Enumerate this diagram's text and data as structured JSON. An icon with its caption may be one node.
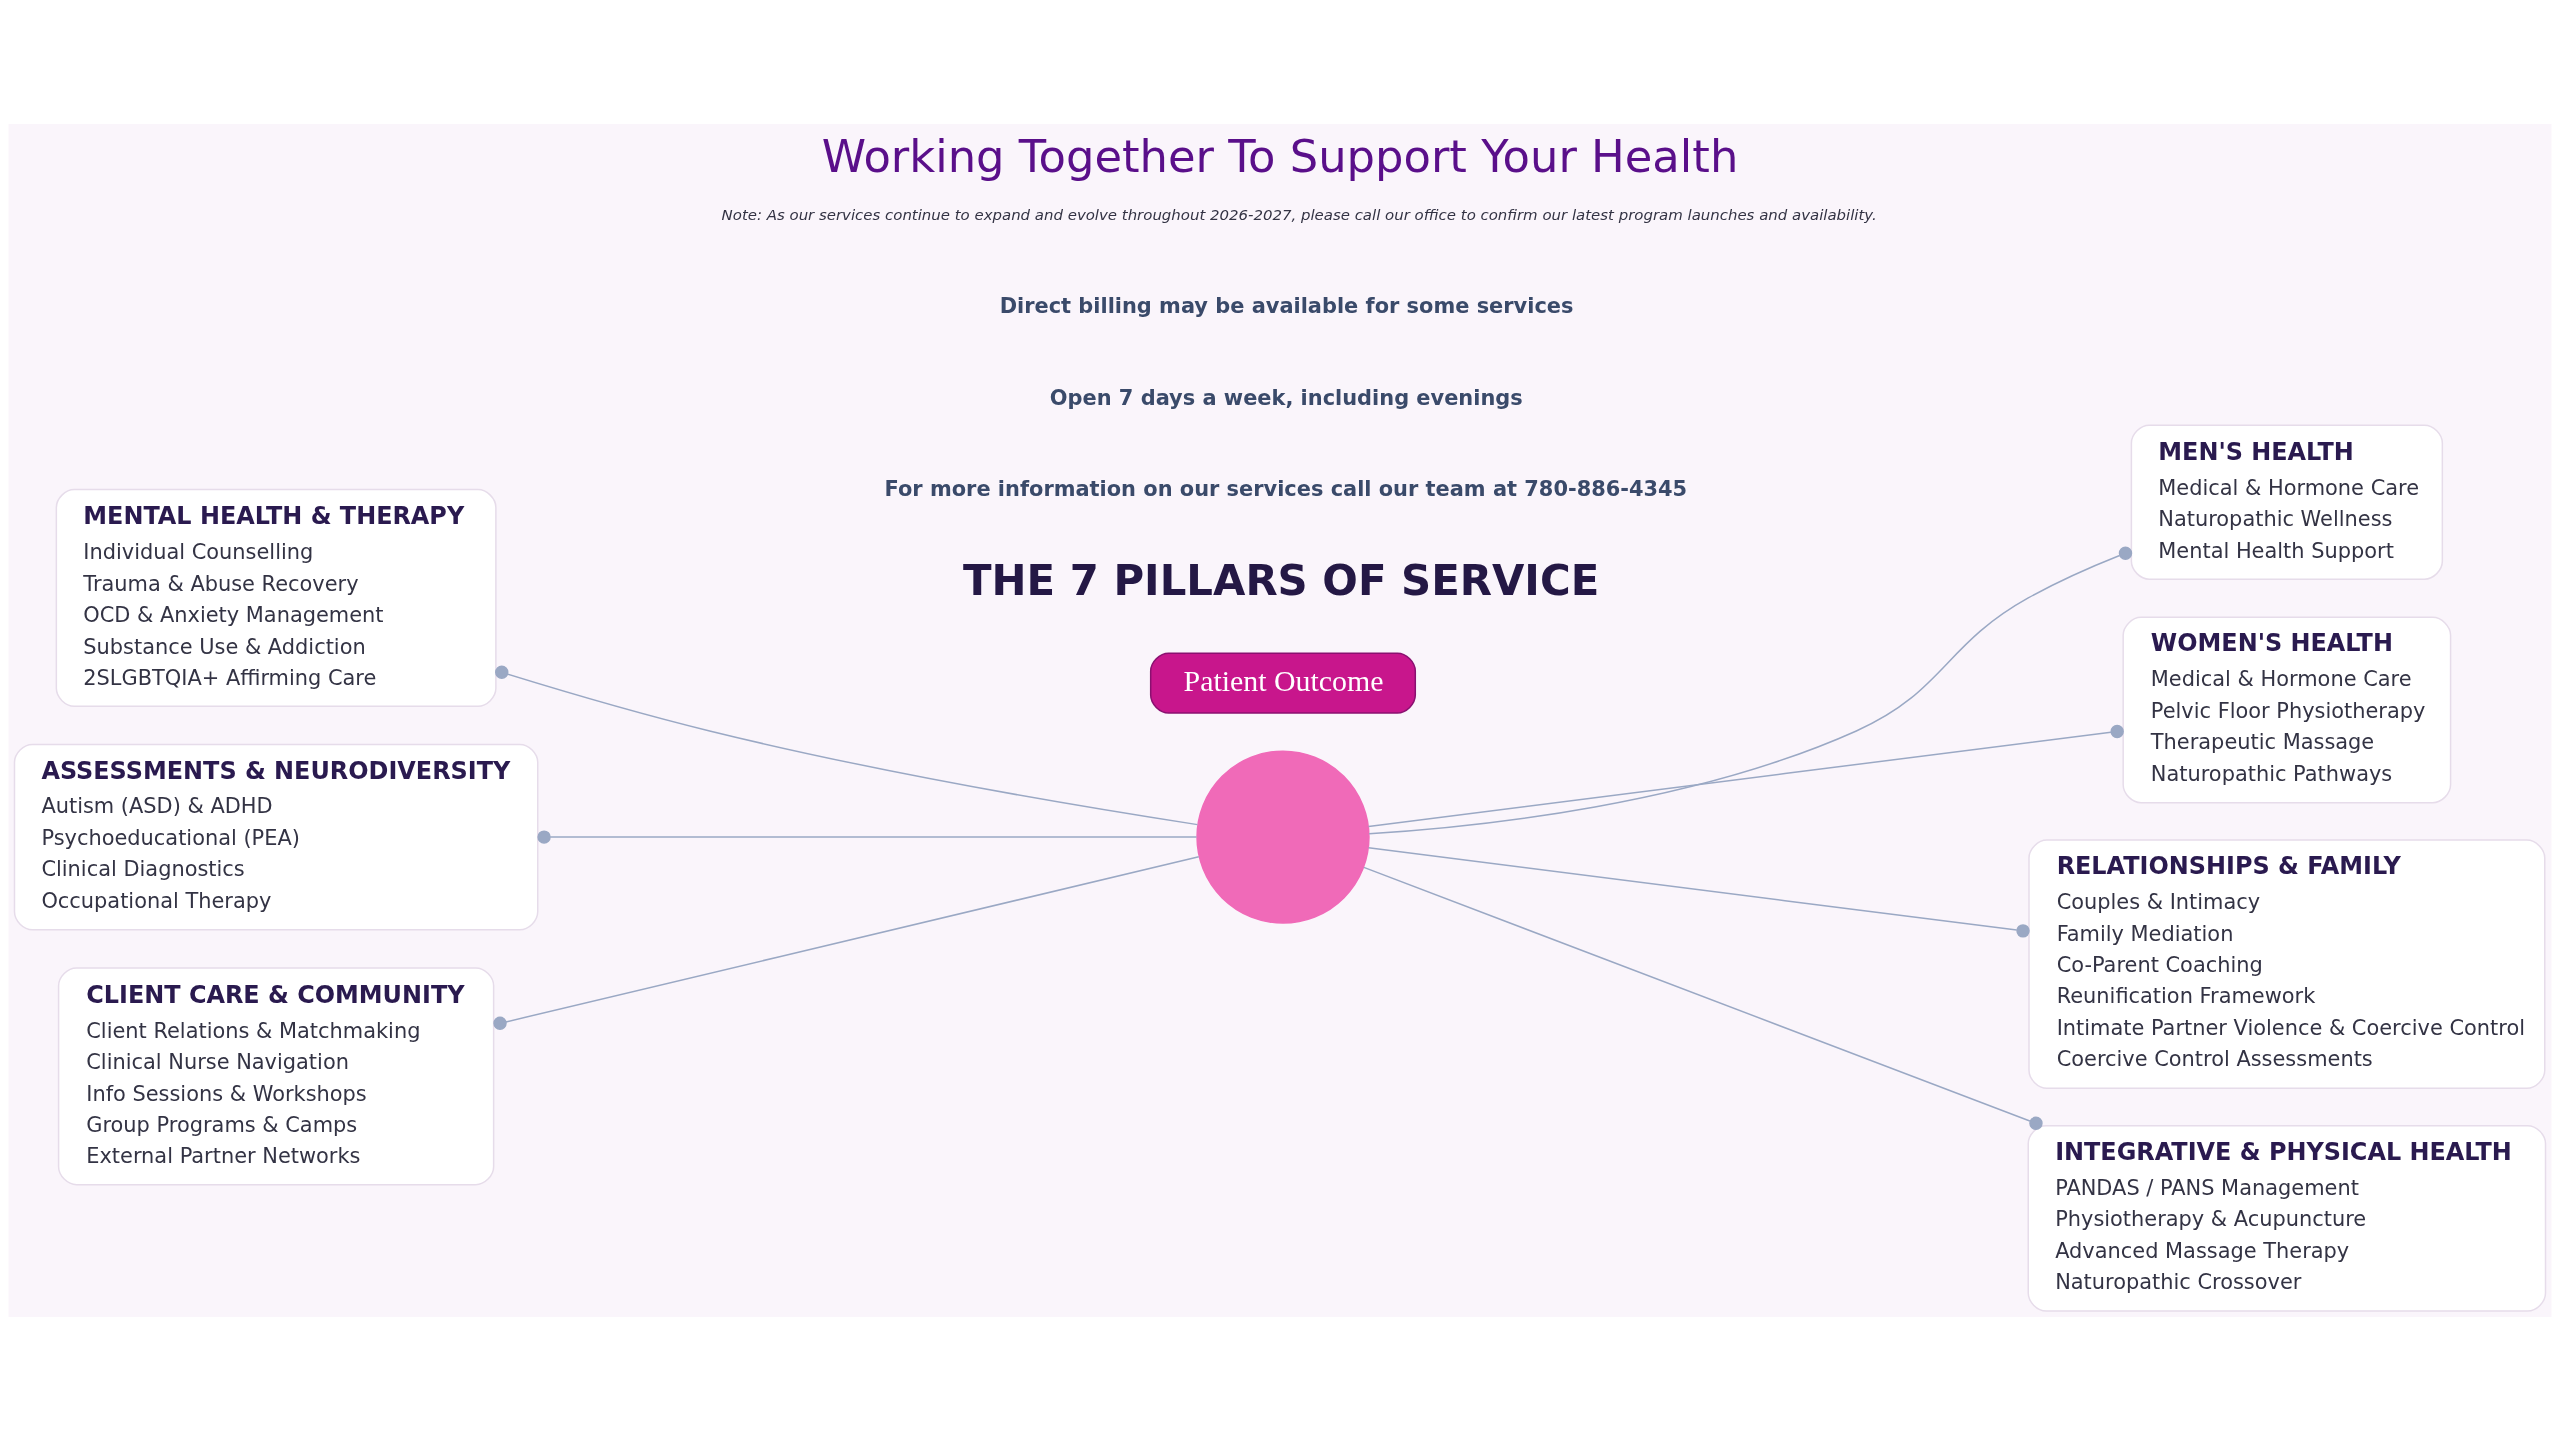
{
  "diagram": {
    "title": "Working Together To Support Your Health",
    "nodes": [
      {
        "text": [],
        "shape": "circle"
      },
      {
        "text": [
          "MENTAL HEALTH & THERAPY",
          "Individual Counselling",
          "Trauma & Abuse Recovery",
          "OCD & Anxiety Management",
          "Substance Use & Addiction",
          "2SLGBTQIA+ Affirming Care"
        ]
      },
      {
        "text": [
          "ASSESSMENTS & NEURODIVERSITY",
          "Autism (ASD) & ADHD",
          "Psychoeducational (PEA)",
          "Clinical Diagnostics",
          "Occupational Therapy"
        ]
      },
      {
        "text": [
          "CLIENT CARE & COMMUNITY",
          "Client Relations & Matchmaking",
          "Clinical Nurse Navigation",
          "Info Sessions & Workshops",
          "Group Programs & Camps",
          "External Partner Networks"
        ]
      },
      {
        "text": [
          "MEN'S HEALTH",
          "Medical & Hormone Care",
          "Naturopathic Wellness",
          "Mental Health Support"
        ]
      },
      {
        "text": [
          "WOMEN'S HEALTH",
          "Medical & Hormone Care",
          "Pelvic Floor Physiotherapy",
          "Therapeutic Massage",
          "Naturopathic Pathways"
        ]
      },
      {
        "text": [
          "RELATIONSHIPS & FAMILY",
          "Couples & Intimacy",
          "Family Mediation",
          "Co-Parent Coaching",
          "Reunification Framework",
          "Intimate Partner Violence & Coercive Control",
          "Coercive Control Assessments"
        ]
      },
      {
        "text": [
          "INTEGRATIVE & PHYSICAL HEALTH",
          "PANDAS / PANS Management",
          "Physiotherapy & Acupuncture",
          "Advanced Massage Therapy",
          "Naturopathic Crossover"
        ]
      },
      {
        "text": [
          "Patient Outcome"
        ]
      }
    ],
    "edges": [
      {
        "from": 1,
        "to": 0,
        "arrow": "other"
      },
      {
        "from": 2,
        "to": 0,
        "arrow": "other"
      },
      {
        "from": 3,
        "to": 0,
        "arrow": "other"
      },
      {
        "from": 4,
        "to": 0,
        "arrow": "other"
      },
      {
        "from": 5,
        "to": 0,
        "arrow": "other"
      },
      {
        "from": 6,
        "to": 0,
        "arrow": "other"
      },
      {
        "from": 7,
        "to": 0,
        "arrow": "other"
      }
    ],
    "labels": [
      "THE 7 PILLARS OF SERVICE",
      "For more information on our services call our team at 780-886-4345",
      "Open 7 days a week, including evenings",
      "Direct billing may be available for some services",
      "Note: As our services continue to expand and evolve throughout 2026-2027, please call our office to confirm our latest program launches and availability."
    ]
  }
}
